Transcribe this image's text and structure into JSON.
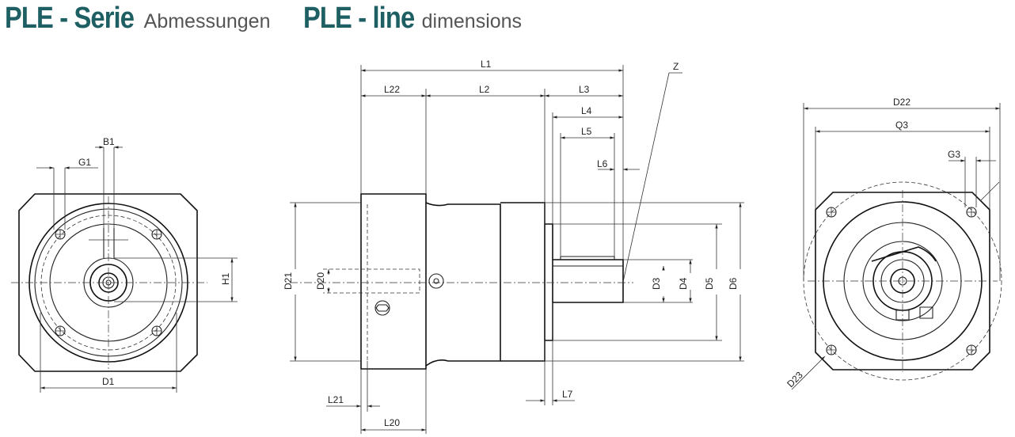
{
  "header": {
    "title_de_bold": "PLE - Serie",
    "title_de_light": "Abmessungen",
    "title_en_bold": "PLE - line",
    "title_en_light": "dimensions"
  },
  "colors": {
    "title": "#1d5f63",
    "subtitle": "#555555",
    "lines": "#222222"
  },
  "labels": {
    "B1": "B1",
    "G1": "G1",
    "H1": "H1",
    "D1": "D1",
    "L1": "L1",
    "L2": "L2",
    "L3": "L3",
    "L4": "L4",
    "L5": "L5",
    "L6": "L6",
    "L7": "L7",
    "L20": "L20",
    "L21": "L21",
    "L22": "L22",
    "D3": "D3",
    "D4": "D4",
    "D5": "D5",
    "D6": "D6",
    "D20": "D20",
    "D21": "D21",
    "D22": "D22",
    "D23": "D23",
    "Q3": "Q3",
    "G3": "G3",
    "Z": "Z"
  }
}
